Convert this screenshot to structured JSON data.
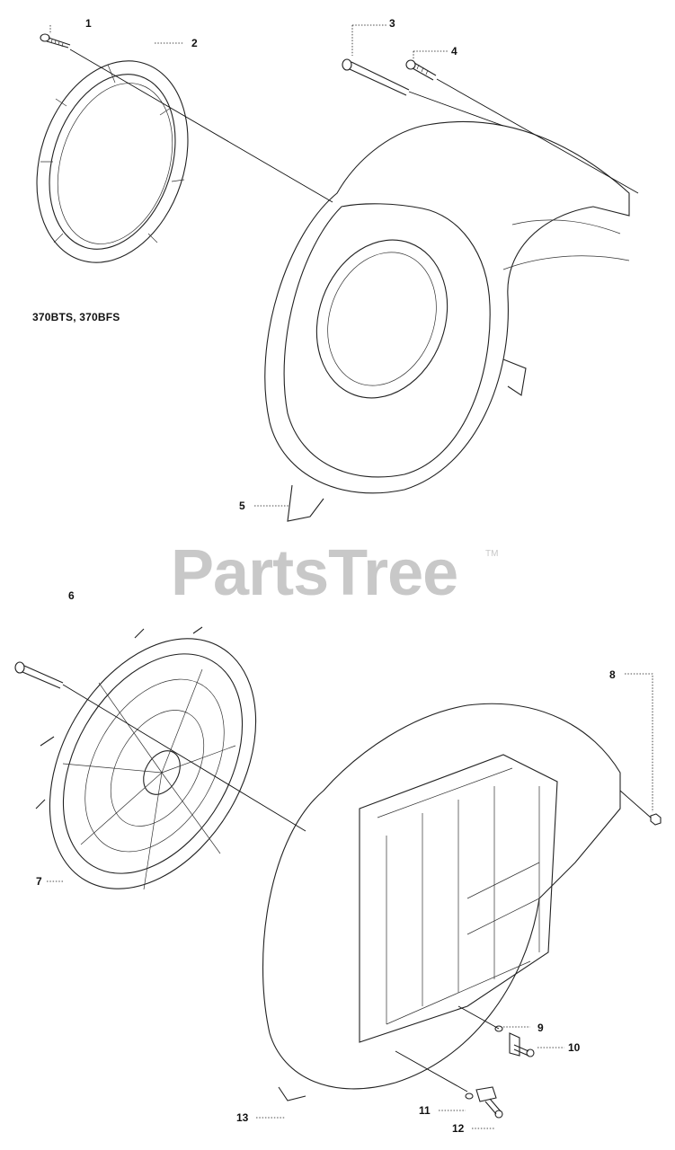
{
  "model_note": "370BTS, 370BFS",
  "watermark": "PartsTree",
  "watermark_tm": "TM",
  "callouts": [
    {
      "id": "1",
      "text": "1"
    },
    {
      "id": "2",
      "text": "2"
    },
    {
      "id": "3",
      "text": "3"
    },
    {
      "id": "4",
      "text": "4"
    },
    {
      "id": "5",
      "text": "5"
    },
    {
      "id": "6",
      "text": "6"
    },
    {
      "id": "7",
      "text": "7"
    },
    {
      "id": "8",
      "text": "8"
    },
    {
      "id": "9",
      "text": "9"
    },
    {
      "id": "10",
      "text": "10"
    },
    {
      "id": "11",
      "text": "11"
    },
    {
      "id": "12",
      "text": "12"
    },
    {
      "id": "13",
      "text": "13"
    }
  ]
}
